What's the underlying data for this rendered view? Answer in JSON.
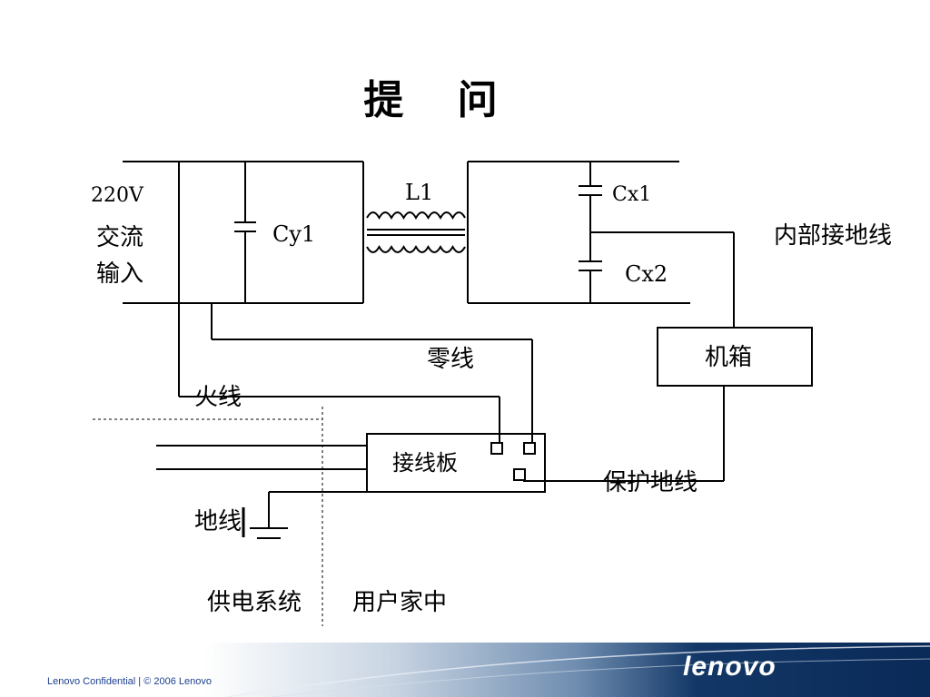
{
  "title": "提 问",
  "diagram": {
    "labels": {
      "ac_voltage": "220V",
      "ac_line1": "交流",
      "ac_line2": "输入",
      "cy1": "Cy1",
      "l1": "L1",
      "cx1": "Cx1",
      "cx2": "Cx2",
      "internal_ground": "内部接地线",
      "chassis": "机箱",
      "neutral": "零线",
      "live": "火线",
      "terminal_board": "接线板",
      "protective_ground": "保护地线",
      "earth": "地线",
      "supply_system": "供电系统",
      "user_home": "用户家中"
    }
  },
  "footer": {
    "confidential": "Lenovo Confidential | © 2006 Lenovo",
    "logo": "lenovo"
  },
  "colors": {
    "footer_dark": "#0c2c5c",
    "footer_light": "#9fb3cc",
    "footer_text": "#1c3f8f"
  }
}
